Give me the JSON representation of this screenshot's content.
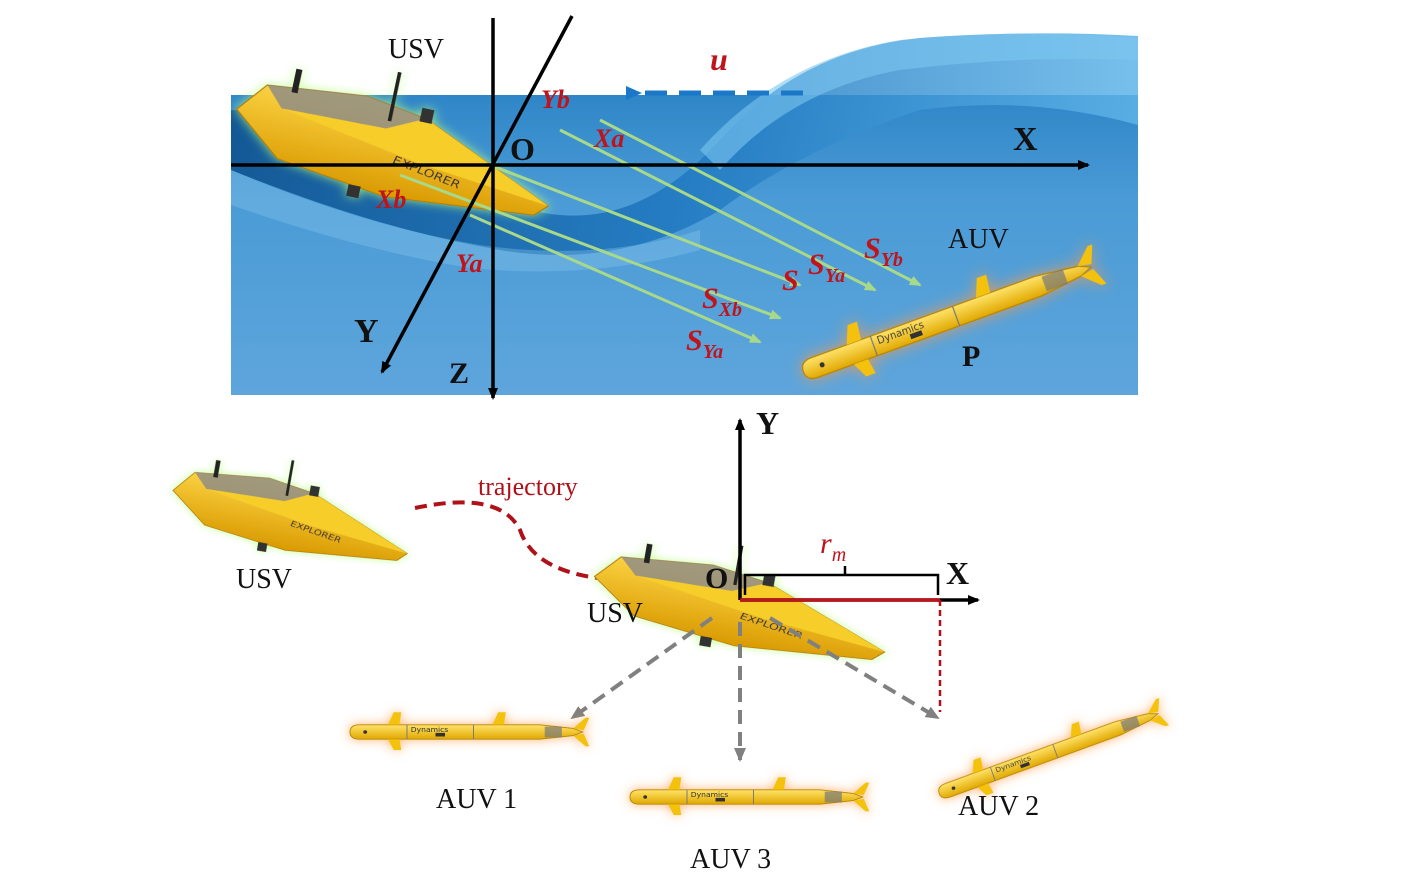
{
  "top_panel": {
    "usv_label": "USV",
    "auv_label": "AUV",
    "current_symbol": "u",
    "origin": "O",
    "point": "P",
    "axes": {
      "x": "X",
      "y": "Y",
      "z": "Z"
    },
    "frame_labels": {
      "xa": "Xa",
      "ya": "Ya",
      "xb": "Xb",
      "yb": "Yb"
    },
    "vectors": {
      "s": "S",
      "s_xb": {
        "base": "S",
        "sub": "Xb"
      },
      "s_ya": {
        "base": "S",
        "sub": "Ya"
      },
      "s_yb": {
        "base": "S",
        "sub": "Yb"
      },
      "s_ya2": {
        "base": "S",
        "sub": "Ya"
      }
    }
  },
  "bottom_panel": {
    "usv_left_label": "USV",
    "usv_center_label": "USV",
    "trajectory_label": "trajectory",
    "origin": "O",
    "axes": {
      "x": "X",
      "y": "Y"
    },
    "radius": {
      "base": "r",
      "sub": "m"
    },
    "auvs": [
      "AUV 1",
      "AUV 3",
      "AUV 2"
    ]
  },
  "colors": {
    "sea_dark": "#1d6aa8",
    "sea_light": "#5aa6dc",
    "vector_green": "#a8d88a",
    "label_red": "#c0141c",
    "vehicle_yellow": "#f4c20d",
    "arrow_blue": "#1b78c8",
    "arrow_gray": "#808080"
  }
}
